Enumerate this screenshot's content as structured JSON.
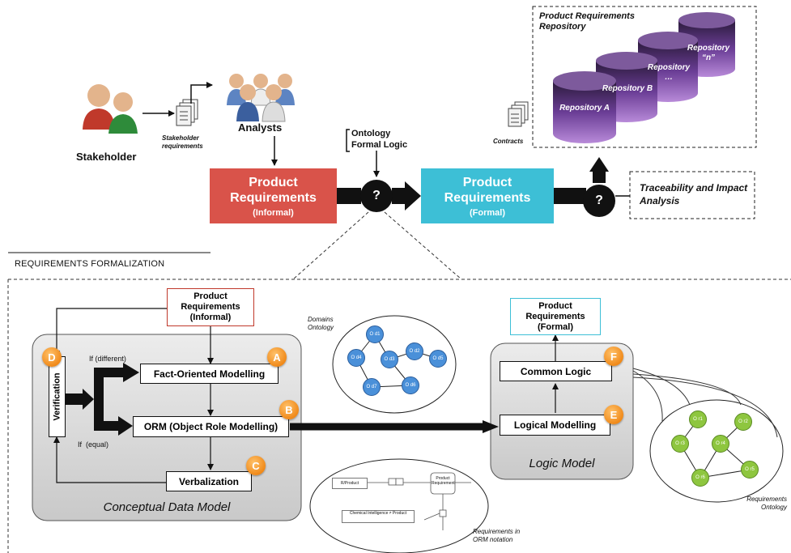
{
  "top": {
    "stakeholder_label": "Stakeholder",
    "stakeholder_requirements_label": "Stakeholder requirements",
    "analysts_label": "Analysts",
    "ontology_label": "Ontology Formal Logic",
    "informal_box": {
      "title": "Product Requirements",
      "subtitle": "(Informal)"
    },
    "formal_box": {
      "title": "Product Requirements",
      "subtitle": "(Formal)"
    },
    "decision_symbol": "?",
    "contracts_label": "Contracts",
    "repository": {
      "title": "Product Requirements Repository",
      "cylinders": [
        "Repository A",
        "Repository B",
        "Repository …",
        "Repository “n”"
      ]
    },
    "traceability_label": "Traceability and Impact Analysis"
  },
  "formalization": {
    "header": "REQUIREMENTS FORMALIZATION",
    "informal_input": "Product Requirements (Informal)",
    "formal_output": "Product Requirements (Formal)",
    "conceptual_model": {
      "caption": "Conceptual Data Model",
      "verification": "Verification",
      "fact_oriented": "Fact-Oriented Modelling",
      "orm": "ORM (Object Role Modelling)",
      "verbalization": "Verbalization",
      "if_different": "If (different)",
      "if_equal": "If  (equal)"
    },
    "logic_model": {
      "caption": "Logic Model",
      "common_logic": "Common Logic",
      "logical_modelling": "Logical Modelling"
    },
    "badges": [
      "A",
      "B",
      "C",
      "D",
      "E",
      "F"
    ],
    "domains_ontology": {
      "label": "Domains Ontology",
      "nodes": [
        "O d1",
        "O d2",
        "O d3",
        "O d4",
        "O d5",
        "O d6",
        "O d7"
      ]
    },
    "requirements_ontology": {
      "label": "Requirements Ontology",
      "nodes": [
        "O r1",
        "O r2",
        "O r3",
        "O r4",
        "O r5",
        "O r6"
      ]
    },
    "orm_notation_label": "Requirements in ORM notation",
    "orm_snippet": {
      "entity_a": "R/Product",
      "entity_b": "Product Requirement",
      "constraint_text": "Chemical Intelligence ≠ Product"
    },
    "colors": {
      "informal_red": "#d9534a",
      "formal_cyan": "#3dbfd6",
      "badge_orange": "#f08a1a",
      "node_blue": "#4a90d9",
      "node_green": "#8ec63f",
      "repo_purple": "#7b4aa8"
    }
  }
}
